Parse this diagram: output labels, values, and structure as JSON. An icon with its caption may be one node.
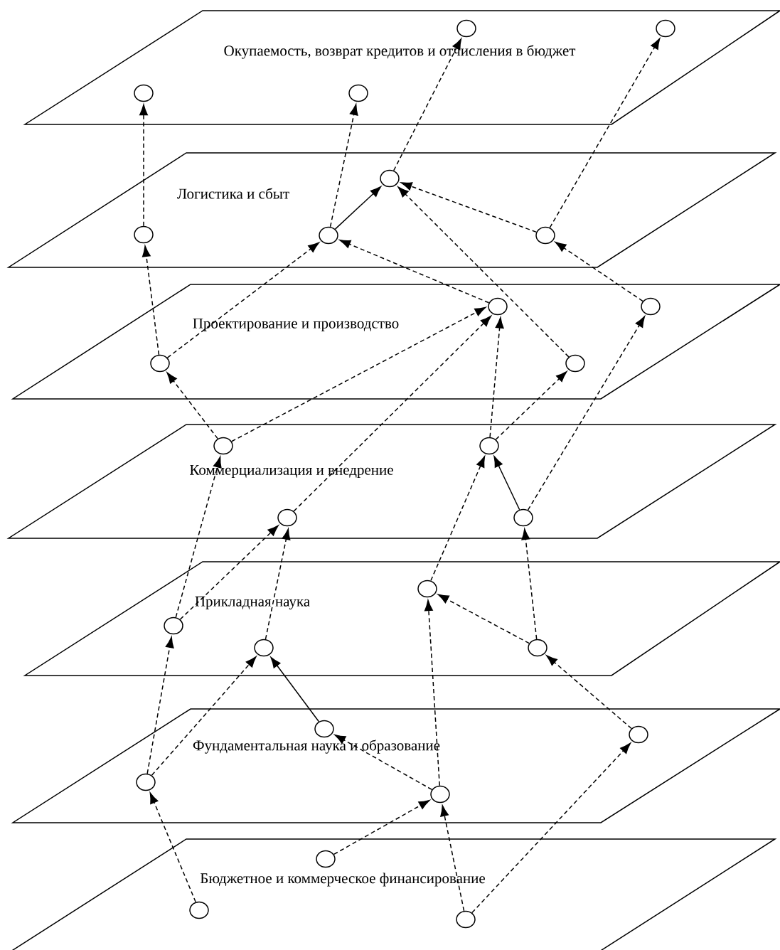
{
  "diagram": {
    "nodes": [
      {
        "text": [
          "Окупаемость, возврат кредитов и отчисления в бюджет"
        ]
      },
      {
        "text": [
          "Логистика и сбыт"
        ]
      },
      {
        "text": [
          "Проектирование и производство"
        ]
      },
      {
        "text": [
          "Коммерциализация и внедрение"
        ]
      },
      {
        "text": [
          "Прикладная наука"
        ]
      },
      {
        "text": [
          "Фундаментальная наука и образование"
        ]
      },
      {
        "text": [
          "Бюджетное и коммерческое финансирование"
        ]
      },
      {
        "text": [],
        "shape": "circle",
        "in": 0
      },
      {
        "text": [],
        "shape": "circle",
        "in": 0
      },
      {
        "text": [],
        "shape": "circle",
        "in": 0
      },
      {
        "text": [],
        "shape": "circle",
        "in": 0
      },
      {
        "text": [],
        "shape": "circle",
        "in": 1
      },
      {
        "text": [],
        "shape": "circle",
        "in": 1
      },
      {
        "text": [],
        "shape": "circle",
        "in": 1
      },
      {
        "text": [],
        "shape": "circle",
        "in": 1
      },
      {
        "text": [],
        "shape": "circle",
        "in": 2
      },
      {
        "text": [],
        "shape": "circle",
        "in": 2
      },
      {
        "text": [],
        "shape": "circle",
        "in": 2
      },
      {
        "text": [],
        "shape": "circle",
        "in": 2
      },
      {
        "text": [],
        "shape": "circle",
        "in": 3
      },
      {
        "text": [],
        "shape": "circle",
        "in": 3
      },
      {
        "text": [],
        "shape": "circle",
        "in": 3
      },
      {
        "text": [],
        "shape": "circle",
        "in": 3
      },
      {
        "text": [],
        "shape": "circle",
        "in": 4
      },
      {
        "text": [],
        "shape": "circle",
        "in": 4
      },
      {
        "text": [],
        "shape": "circle",
        "in": 4
      },
      {
        "text": [],
        "shape": "circle",
        "in": 4
      },
      {
        "text": [],
        "shape": "circle",
        "in": 5
      },
      {
        "text": [],
        "shape": "circle",
        "in": 5
      },
      {
        "text": [],
        "shape": "circle",
        "in": 5
      },
      {
        "text": [],
        "shape": "circle",
        "in": 5
      },
      {
        "text": [],
        "shape": "circle",
        "in": 6
      },
      {
        "text": [],
        "shape": "circle",
        "in": 6
      },
      {
        "text": [],
        "shape": "circle",
        "in": 6
      }
    ],
    "edges": [
      {
        "from": 11,
        "to": 7,
        "arrow": "to",
        "style": "dashed"
      },
      {
        "from": 12,
        "to": 8,
        "arrow": "to",
        "style": "dashed"
      },
      {
        "from": 13,
        "to": 9,
        "arrow": "to",
        "style": "dashed"
      },
      {
        "from": 14,
        "to": 10,
        "arrow": "to",
        "style": "dashed"
      },
      {
        "from": 12,
        "to": 13,
        "arrow": "to"
      },
      {
        "from": 14,
        "to": 13,
        "arrow": "to",
        "style": "dashed"
      },
      {
        "from": 18,
        "to": 13,
        "arrow": "to",
        "style": "dashed"
      },
      {
        "from": 15,
        "to": 12,
        "arrow": "to",
        "style": "dashed"
      },
      {
        "from": 17,
        "to": 12,
        "arrow": "to",
        "style": "dashed"
      },
      {
        "from": 17,
        "to": 11,
        "arrow": "to",
        "style": "dashed"
      },
      {
        "from": 16,
        "to": 14,
        "arrow": "to",
        "style": "dashed"
      },
      {
        "from": 19,
        "to": 17,
        "arrow": "to",
        "style": "dashed"
      },
      {
        "from": 19,
        "to": 15,
        "arrow": "to",
        "style": "dashed"
      },
      {
        "from": 21,
        "to": 15,
        "arrow": "to",
        "style": "dashed"
      },
      {
        "from": 20,
        "to": 15,
        "arrow": "to",
        "style": "dashed"
      },
      {
        "from": 20,
        "to": 18,
        "arrow": "to",
        "style": "dashed"
      },
      {
        "from": 23,
        "to": 20,
        "arrow": "to",
        "style": "dashed"
      },
      {
        "from": 22,
        "to": 20,
        "arrow": "to"
      },
      {
        "from": 22,
        "to": 16,
        "arrow": "to",
        "style": "dashed"
      },
      {
        "from": 24,
        "to": 19,
        "arrow": "to",
        "style": "dashed"
      },
      {
        "from": 24,
        "to": 21,
        "arrow": "to",
        "style": "dashed"
      },
      {
        "from": 25,
        "to": 21,
        "arrow": "to",
        "style": "dashed"
      },
      {
        "from": 29,
        "to": 24,
        "arrow": "to",
        "style": "dashed"
      },
      {
        "from": 29,
        "to": 25,
        "arrow": "to",
        "style": "dashed"
      },
      {
        "from": 27,
        "to": 25,
        "arrow": "to"
      },
      {
        "from": 30,
        "to": 27,
        "arrow": "to",
        "style": "dashed"
      },
      {
        "from": 30,
        "to": 23,
        "arrow": "to",
        "style": "dashed"
      },
      {
        "from": 26,
        "to": 23,
        "arrow": "to",
        "style": "dashed"
      },
      {
        "from": 26,
        "to": 22,
        "arrow": "to",
        "style": "dashed"
      },
      {
        "from": 28,
        "to": 26,
        "arrow": "to",
        "style": "dashed"
      },
      {
        "from": 32,
        "to": 29,
        "arrow": "to",
        "style": "dashed"
      },
      {
        "from": 31,
        "to": 30,
        "arrow": "to",
        "style": "dashed"
      },
      {
        "from": 33,
        "to": 30,
        "arrow": "to",
        "style": "dashed"
      },
      {
        "from": 33,
        "to": 28,
        "arrow": "to",
        "style": "dashed"
      }
    ]
  }
}
